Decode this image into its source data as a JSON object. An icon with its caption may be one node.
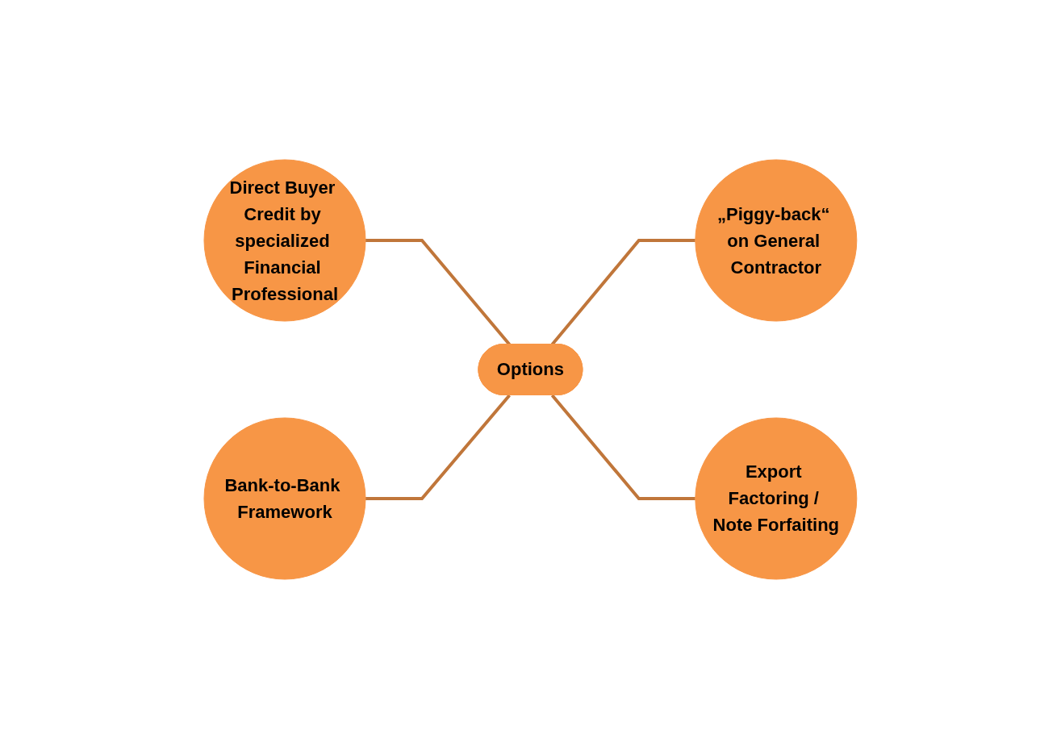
{
  "diagram": {
    "nodes": [
      {
        "text": [
          "Direct Buyer Credit by specialized Financial Professional"
        ]
      },
      {
        "text": [
          "„Piggy-back“ on General Contractor"
        ]
      },
      {
        "text": [
          "Options"
        ]
      },
      {
        "text": [
          "Bank-to-Bank Framework"
        ]
      },
      {
        "text": [
          "Export Factoring / Note Forfaiting"
        ]
      }
    ],
    "edges": [
      {
        "from": 0,
        "to": 2,
        "arrow": "none"
      },
      {
        "from": 2,
        "to": 1,
        "arrow": "none"
      },
      {
        "from": 3,
        "to": 2,
        "arrow": "none"
      },
      {
        "from": 2,
        "to": 4,
        "arrow": "none"
      }
    ]
  }
}
